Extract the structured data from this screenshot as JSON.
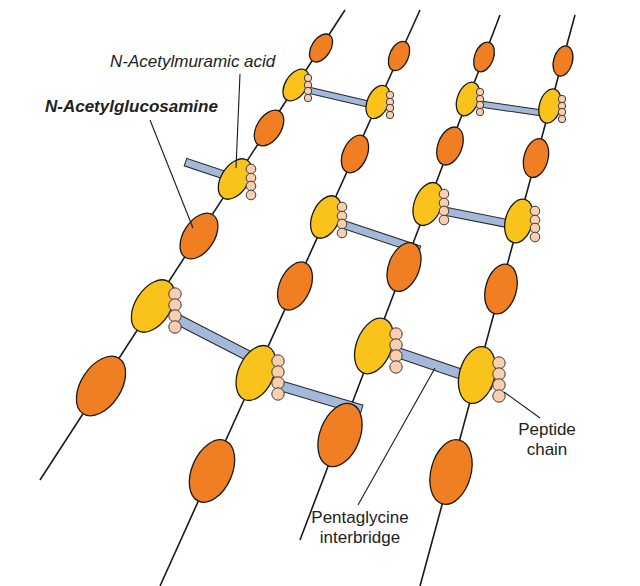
{
  "diagram": {
    "labels": [
      "N-Acetylmuramic acid",
      "N-Acetylglucosamine",
      "Peptide chain",
      "Pentaglycine interbridge"
    ]
  }
}
